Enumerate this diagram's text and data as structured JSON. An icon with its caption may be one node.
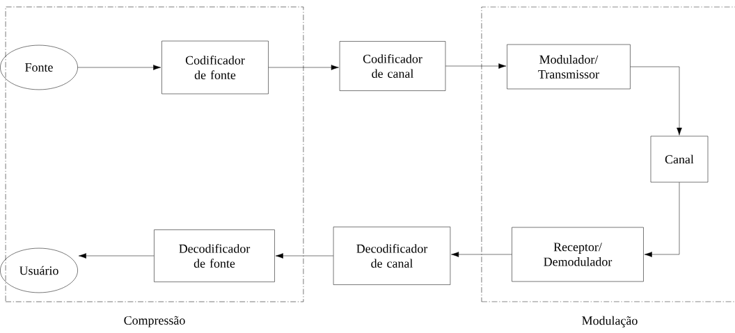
{
  "diagram": {
    "nodes": [
      {
        "text": [
          "Compressão"
        ]
      },
      {
        "text": [
          "Fonte"
        ],
        "in": 0
      },
      {
        "text": [
          "Codificador de fonte"
        ],
        "in": 0
      },
      {
        "text": [
          "Codificador de canal"
        ]
      },
      {
        "text": [
          "Modulação"
        ]
      },
      {
        "text": [
          "Modulador/ Transmissor"
        ],
        "in": 4
      },
      {
        "text": [
          "Canal"
        ],
        "in": 4
      },
      {
        "text": [
          "Usuário"
        ],
        "in": 0
      },
      {
        "text": [
          "Decodificador de fonte"
        ],
        "in": 0
      },
      {
        "text": [
          "Decodificador de canal"
        ]
      },
      {
        "text": [
          "Receptor/ Demodulador"
        ],
        "in": 4
      }
    ],
    "edges": [
      {
        "from": 1,
        "to": 2,
        "arrow": "to"
      },
      {
        "from": 2,
        "to": 3,
        "arrow": "to"
      },
      {
        "from": 3,
        "to": 5,
        "arrow": "to"
      },
      {
        "from": 5,
        "to": 6,
        "arrow": "to"
      },
      {
        "from": 6,
        "to": 10,
        "arrow": "to"
      },
      {
        "from": 10,
        "to": 9,
        "arrow": "to"
      },
      {
        "from": 9,
        "to": 8,
        "arrow": "to"
      },
      {
        "from": 8,
        "to": 7,
        "arrow": "to"
      }
    ]
  }
}
